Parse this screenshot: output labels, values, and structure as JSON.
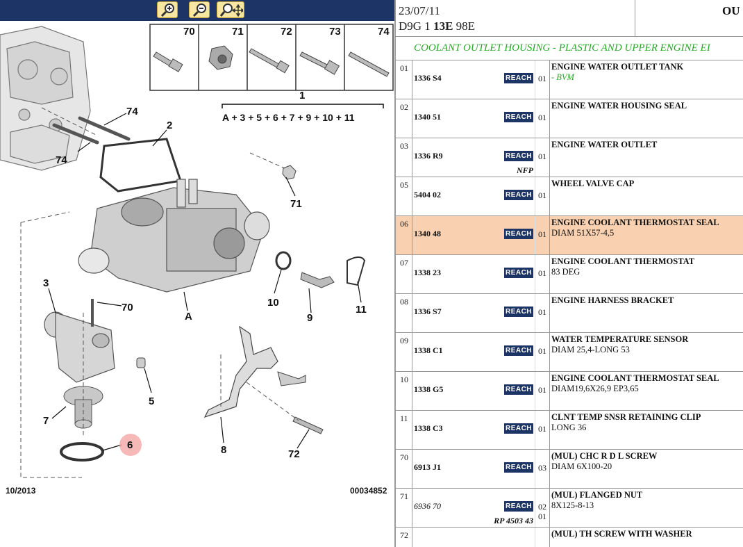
{
  "toolbar": {
    "buttons": [
      {
        "name": "zoom-in",
        "icon": "magnifier-plus-icon"
      },
      {
        "name": "zoom-out",
        "icon": "magnifier-minus-icon"
      },
      {
        "name": "zoom-pan",
        "icon": "magnifier-move-icon"
      }
    ]
  },
  "diagram": {
    "small_parts": [
      "70",
      "71",
      "72",
      "73",
      "74"
    ],
    "assembly_number": "1",
    "assembly_formula": "A + 3 + 5 + 6 + 7 + 9 + 10 + 11",
    "callouts": [
      "74",
      "74",
      "2",
      "71",
      "3",
      "70",
      "A",
      "10",
      "9",
      "11",
      "5",
      "7",
      "6",
      "8",
      "72"
    ],
    "date": "10/2013",
    "ref": "00034852",
    "highlight_color": "#f4a0a0"
  },
  "header": {
    "date": "23/07/11",
    "code_prefix": "D9G 1 ",
    "code_bold": "13E",
    "code_suffix": " 98E",
    "right_label": "OU"
  },
  "section_title": "COOLANT OUTLET HOUSING - PLASTIC AND UPPER ENGINE EI",
  "reach_label": "REACH",
  "colors": {
    "highlight_row": "#f9d1b0",
    "title_green": "#28a828",
    "navy": "#1c3566"
  },
  "parts": [
    {
      "idx": "01",
      "ref": "1336 S4",
      "qty": "01",
      "name": "ENGINE WATER OUTLET TANK",
      "detail": "- BVM",
      "detail_green": true
    },
    {
      "idx": "02",
      "ref": "1340 51",
      "qty": "01",
      "name": "ENGINE WATER HOUSING SEAL",
      "detail": ""
    },
    {
      "idx": "03",
      "ref": "1336 R9",
      "qty": "01",
      "name": "ENGINE WATER OUTLET",
      "detail": "",
      "sub": "NFP"
    },
    {
      "idx": "05",
      "ref": "5404 02",
      "qty": "01",
      "name": "WHEEL VALVE CAP",
      "detail": ""
    },
    {
      "idx": "06",
      "ref": "1340 48",
      "qty": "01",
      "name": "ENGINE COOLANT THERMOSTAT SEAL",
      "detail": "DIAM 51X57-4,5",
      "highlight": true
    },
    {
      "idx": "07",
      "ref": "1338 23",
      "qty": "01",
      "name": "ENGINE COOLANT THERMOSTAT",
      "detail": "83 DEG"
    },
    {
      "idx": "08",
      "ref": "1336 S7",
      "qty": "01",
      "name": "ENGINE HARNESS BRACKET",
      "detail": ""
    },
    {
      "idx": "09",
      "ref": "1338 C1",
      "qty": "01",
      "name": "WATER TEMPERATURE SENSOR",
      "detail": "DIAM 25,4-LONG 53"
    },
    {
      "idx": "10",
      "ref": "1338 G5",
      "qty": "01",
      "name": "ENGINE COOLANT THERMOSTAT SEAL",
      "detail": "DIAM19,6X26,9 EP3,65"
    },
    {
      "idx": "11",
      "ref": "1338 C3",
      "qty": "01",
      "name": "CLNT TEMP SNSR RETAINING CLIP",
      "detail": "LONG 36"
    },
    {
      "idx": "70",
      "ref": "6913 J1",
      "qty": "03",
      "name": "(MUL) CHC R D L SCREW",
      "detail": "DIAM 6X100-20"
    },
    {
      "idx": "71",
      "ref": "6936 70",
      "qty": "02",
      "qty2": "01",
      "name": "(MUL) FLANGED NUT",
      "detail": "8X125-8-13",
      "sub": "RP 4503 43",
      "italic_ref": true
    },
    {
      "idx": "72",
      "ref": "",
      "qty": "",
      "name": "(MUL) TH SCREW WITH WASHER",
      "detail": ""
    }
  ]
}
